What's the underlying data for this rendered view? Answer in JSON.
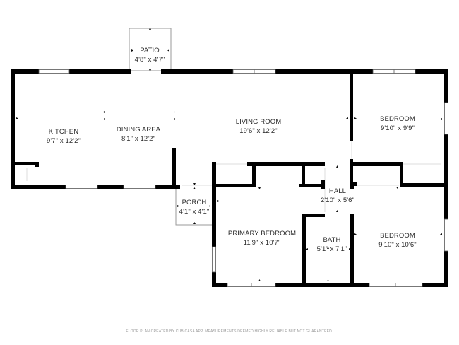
{
  "floor_plan": {
    "rooms": [
      {
        "id": "patio",
        "name": "PATIO",
        "dimensions": "4'8\" x 4'7\""
      },
      {
        "id": "kitchen",
        "name": "KITCHEN",
        "dimensions": "9'7\" x 12'2\""
      },
      {
        "id": "dining",
        "name": "DINING AREA",
        "dimensions": "8'1\" x 12'2\""
      },
      {
        "id": "living",
        "name": "LIVING ROOM",
        "dimensions": "19'6\" x 12'2\""
      },
      {
        "id": "bedroom1",
        "name": "BEDROOM",
        "dimensions": "9'10\" x 9'9\""
      },
      {
        "id": "hall",
        "name": "HALL",
        "dimensions": "2'10\" x 5'6\""
      },
      {
        "id": "porch",
        "name": "PORCH",
        "dimensions": "4'1\" x 4'1\""
      },
      {
        "id": "primary",
        "name": "PRIMARY BEDROOM",
        "dimensions": "11'9\" x 10'7\""
      },
      {
        "id": "bath",
        "name": "BATH",
        "dimensions": "5'1\" x 7'1\""
      },
      {
        "id": "bedroom2",
        "name": "BEDROOM",
        "dimensions": "9'10\" x 10'6\""
      }
    ],
    "footer": "FLOOR PLAN CREATED BY CUBICASA APP. MEASUREMENTS DEEMED HIGHLY RELIABLE BUT NOT GUARANTEED.",
    "colors": {
      "wall": "#000000",
      "outline": "#9a9a9a",
      "text": "#2b2b2b",
      "background": "#ffffff"
    }
  }
}
